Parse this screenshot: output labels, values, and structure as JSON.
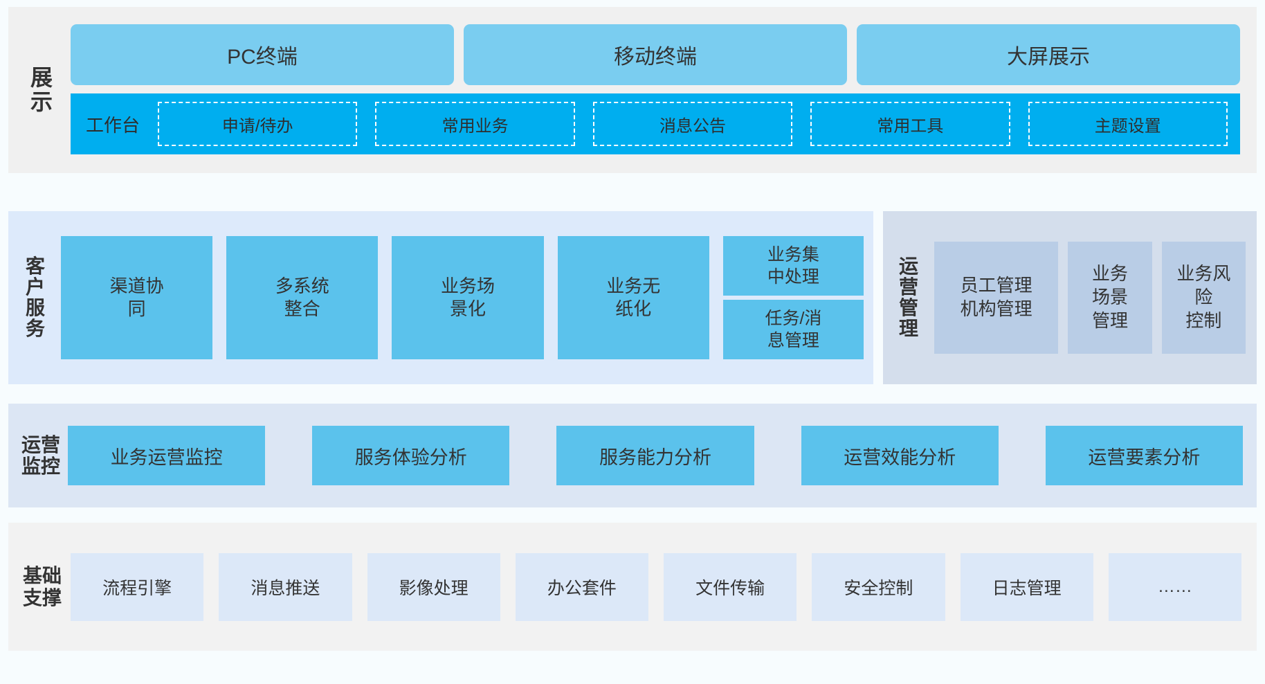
{
  "presentation": {
    "label": "展\n示",
    "terminals": [
      {
        "label": "PC终端"
      },
      {
        "label": "移动终端"
      },
      {
        "label": "大屏展示"
      }
    ],
    "workbench": {
      "title": "工作台",
      "items": [
        {
          "label": "申请/待办"
        },
        {
          "label": "常用业务"
        },
        {
          "label": "消息公告"
        },
        {
          "label": "常用工具"
        },
        {
          "label": "主题设置"
        }
      ]
    }
  },
  "customer_service": {
    "label": "客\n户\n服\n务",
    "boxes": [
      {
        "label": "渠道协\n同"
      },
      {
        "label": "多系统\n整合"
      },
      {
        "label": "业务场\n景化"
      },
      {
        "label": "业务无\n纸化"
      }
    ],
    "stack": [
      {
        "label": "业务集\n中处理"
      },
      {
        "label": "任务/消\n息管理"
      }
    ]
  },
  "operation_management": {
    "label": "运\n营\n管\n理",
    "boxes": [
      {
        "label": "员工管理\n机构管理"
      },
      {
        "label": "业务\n场景\n管理"
      },
      {
        "label": "业务风\n险\n控制"
      }
    ]
  },
  "operation_monitor": {
    "label": "运营\n监控",
    "boxes": [
      {
        "label": "业务运营监控"
      },
      {
        "label": "服务体验分析"
      },
      {
        "label": "服务能力分析"
      },
      {
        "label": "运营效能分析"
      },
      {
        "label": "运营要素分析"
      }
    ]
  },
  "foundation": {
    "label": "基础\n支撑",
    "boxes": [
      {
        "label": "流程引擎"
      },
      {
        "label": "消息推送"
      },
      {
        "label": "影像处理"
      },
      {
        "label": "办公套件"
      },
      {
        "label": "文件传输"
      },
      {
        "label": "安全控制"
      },
      {
        "label": "日志管理"
      },
      {
        "label": "……"
      }
    ]
  },
  "colors": {
    "page_background": "#f7fcfe",
    "presentation_panel": "#f0f0f0",
    "terminal_card": "#7acdf0",
    "workbench_bar": "#00aeef",
    "cs_panel": "#ddeafb",
    "cs_box": "#5bc2ec",
    "ops_panel": "#d4deec",
    "ops_box": "#b9cde6",
    "monitor_panel": "#dce6f4",
    "monitor_box": "#5bc2ec",
    "foundation_panel": "#f2f2f2",
    "foundation_box": "#dce8f8",
    "text": "#333333"
  }
}
